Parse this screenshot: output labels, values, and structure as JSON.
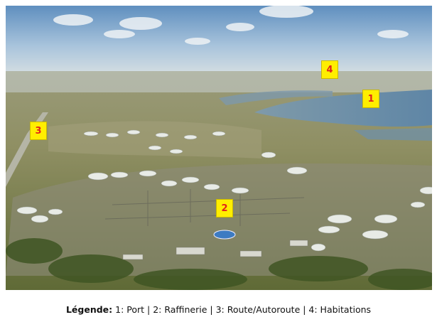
{
  "photo": {
    "subject": "aerial-refinery-port-landscape",
    "colors": {
      "sky": "#a9c4dc",
      "water": "#6c8ea8",
      "ground": "#8a8f5c",
      "tanks": "#e8ebe6"
    }
  },
  "markers": [
    {
      "label": "1"
    },
    {
      "label": "2"
    },
    {
      "label": "3"
    },
    {
      "label": "4"
    }
  ],
  "legend": {
    "title": "Légende:",
    "text": " 1: Port | 2: Raffinerie  | 3: Route/Autoroute  | 4: Habitations"
  }
}
